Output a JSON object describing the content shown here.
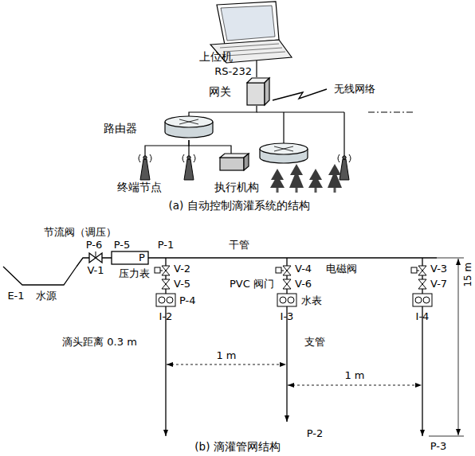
{
  "diagram": {
    "nodes": [
      {
        "text": [
          "上位机"
        ]
      },
      {
        "text": [
          "网关"
        ]
      },
      {
        "text": [
          "路由器"
        ]
      },
      {
        "text": [
          "终端节点"
        ]
      },
      {
        "text": [
          "执行机构"
        ]
      }
    ],
    "edges": [
      {
        "from": 0,
        "to": 1,
        "arrow": "none",
        "label": "RS-232"
      },
      {
        "from": 1,
        "to": 2,
        "arrow": "none"
      },
      {
        "from": 2,
        "to": 3,
        "arrow": "none"
      },
      {
        "from": 2,
        "to": 4,
        "arrow": "none"
      }
    ],
    "labels": [
      "无线网络",
      "(a) 自动控制滴灌系统的结构",
      "节流阀（调压）",
      "P-6",
      "P-5",
      "P",
      "P-1",
      "干管",
      "电磁阀",
      "V-1",
      "压力表",
      "E-1",
      "水源",
      "V-2",
      "V-5",
      "P-4",
      "I-2",
      "V-4",
      "PVC 阀门",
      "V-6",
      "水表",
      "I-3",
      "V-3",
      "V-7",
      "I-4",
      "15 m",
      "滴头距离 0.3 m",
      "支管",
      "1 m",
      "1 m",
      "P-2",
      "P-3",
      "(b) 滴灌管网结构"
    ]
  }
}
